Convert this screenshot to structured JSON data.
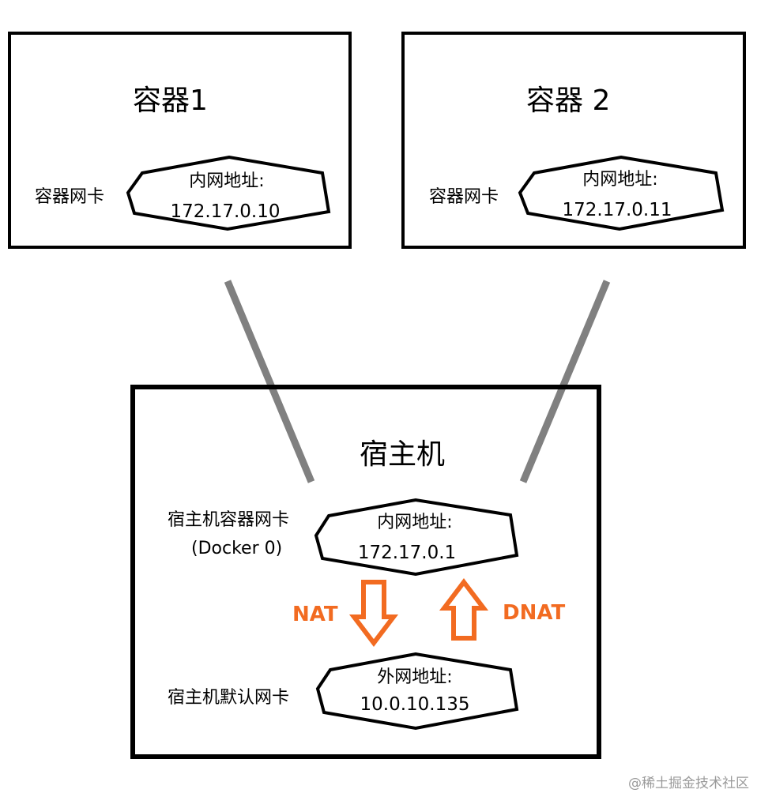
{
  "container1": {
    "title": "容器1",
    "nic_label": "容器网卡",
    "addr_label": "内网地址:",
    "addr": "172.17.0.10"
  },
  "container2": {
    "title": "容器 2",
    "nic_label": "容器网卡",
    "addr_label": "内网地址:",
    "addr": "172.17.0.11"
  },
  "host": {
    "title": "宿主机",
    "bridge_label_line1": "宿主机容器网卡",
    "bridge_label_line2": "(Docker 0)",
    "bridge_addr_label": "内网地址:",
    "bridge_addr": "172.17.0.1",
    "default_nic_label": "宿主机默认网卡",
    "external_addr_label": "外网地址:",
    "external_addr": "10.0.10.135"
  },
  "arrows": {
    "down_label": "NAT",
    "up_label": "DNAT",
    "color": "#f26b21"
  },
  "colors": {
    "link_line": "#808080",
    "border": "#000000"
  },
  "watermark": "@稀土掘金技术社区"
}
